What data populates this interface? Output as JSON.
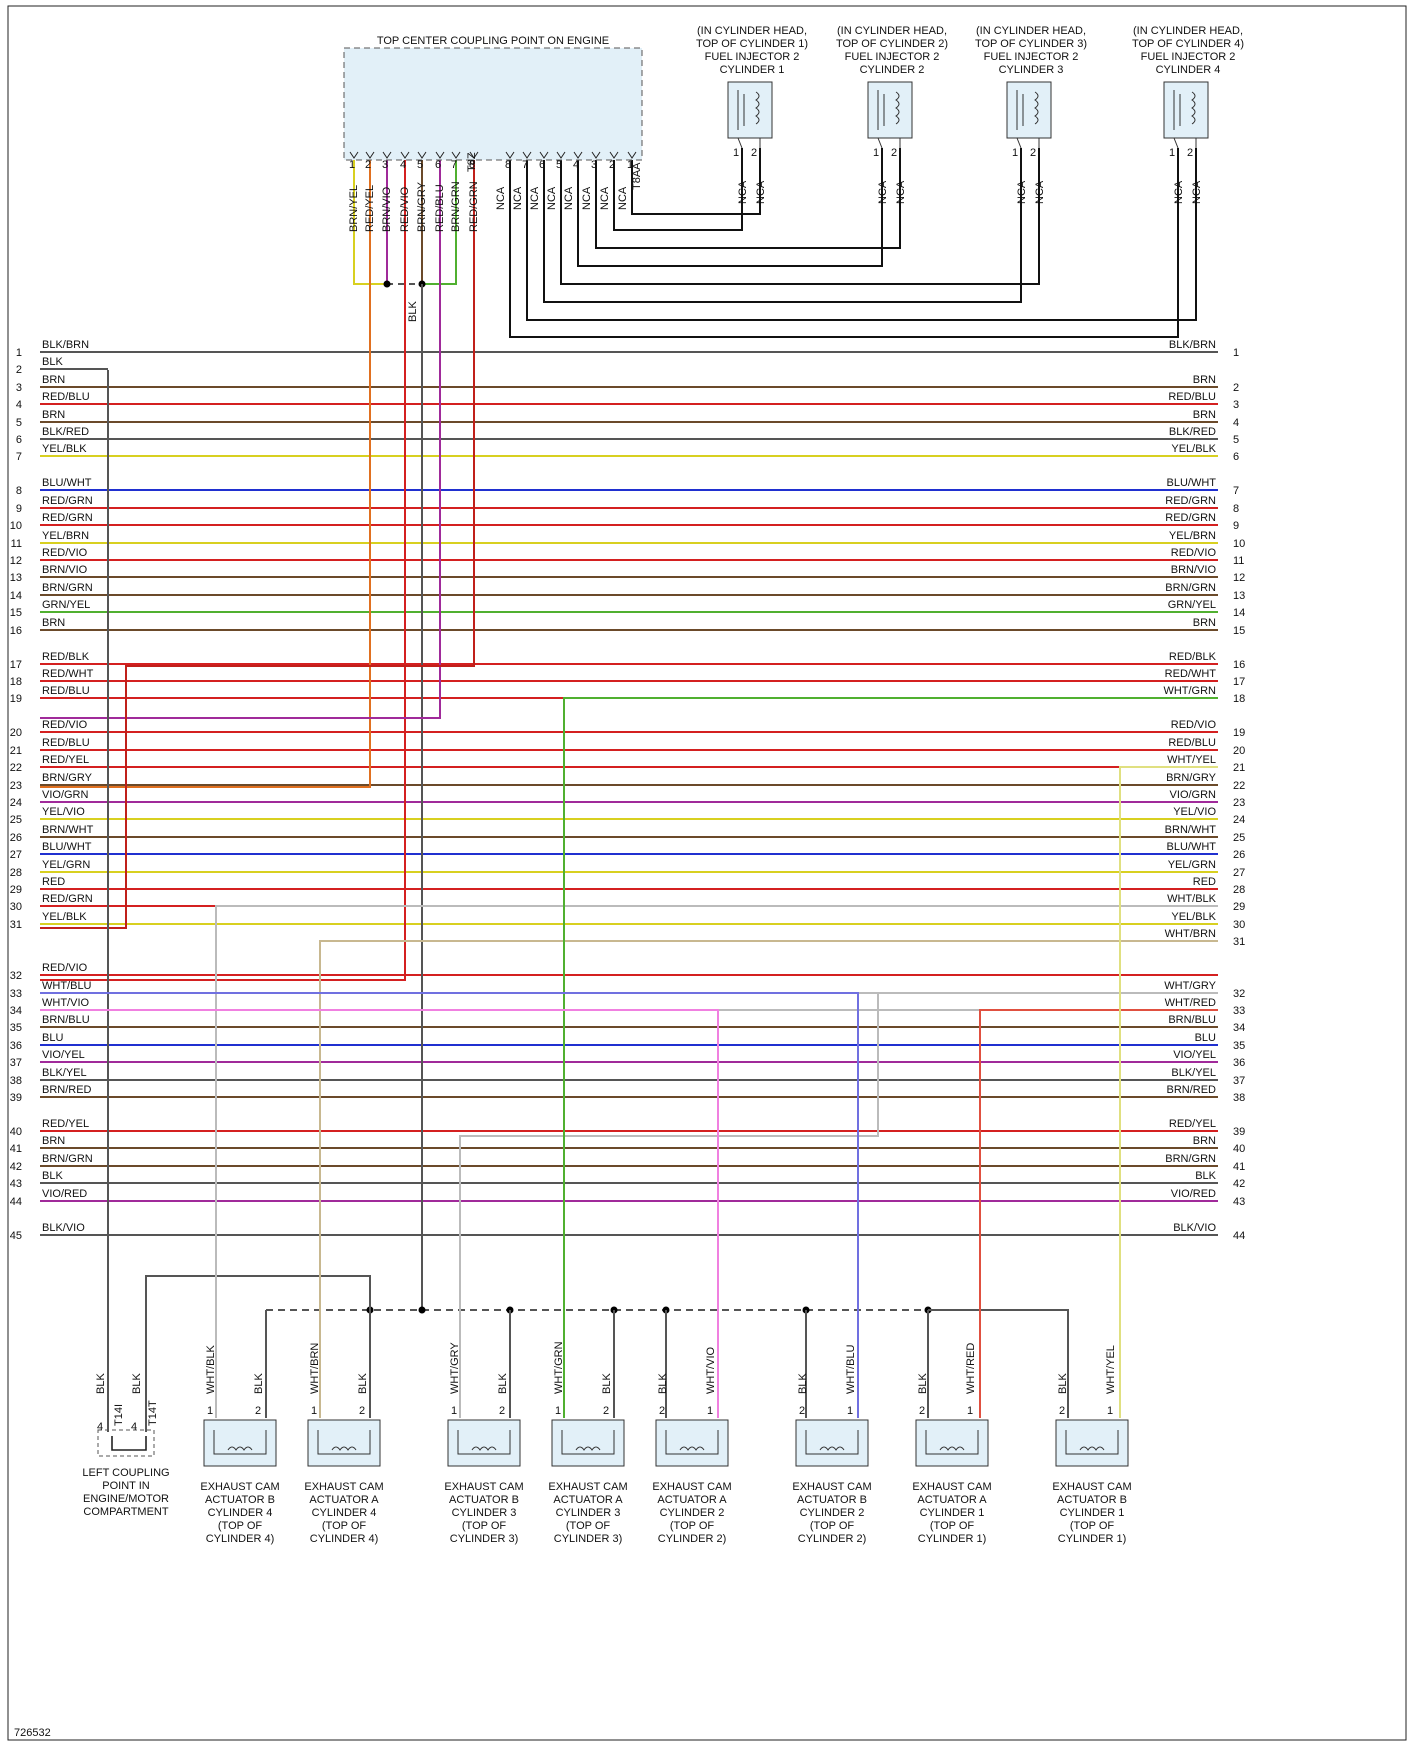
{
  "figure_id": "726532",
  "colors": {
    "BRN": "#6b4a2a",
    "BLK": "#555555",
    "RED": "#d42020",
    "BLU": "#2030d0",
    "YEL": "#d8d020",
    "GRN": "#50b030",
    "VIO": "#a02a9a",
    "WHT": "#bbbbbb",
    "GRY": "#888888"
  },
  "coupling": {
    "title": "TOP CENTER COUPLING POINT ON ENGINE",
    "t8z_label": "T8Z",
    "t8aa_label": "T8AA",
    "t8z_pins": [
      {
        "pin": "1",
        "wire": "BRN/YEL"
      },
      {
        "pin": "2",
        "wire": "RED/YEL"
      },
      {
        "pin": "3",
        "wire": "BRN/VIO"
      },
      {
        "pin": "4",
        "wire": "RED/VIO"
      },
      {
        "pin": "5",
        "wire": "BRN/GRY"
      },
      {
        "pin": "6",
        "wire": "RED/BLU"
      },
      {
        "pin": "7",
        "wire": "BRN/GRN"
      },
      {
        "pin": "8",
        "wire": "RED/GRN"
      }
    ],
    "t8aa_pins": [
      {
        "pin": "8",
        "wire": "NCA"
      },
      {
        "pin": "7",
        "wire": "NCA"
      },
      {
        "pin": "6",
        "wire": "NCA"
      },
      {
        "pin": "5",
        "wire": "NCA"
      },
      {
        "pin": "4",
        "wire": "NCA"
      },
      {
        "pin": "3",
        "wire": "NCA"
      },
      {
        "pin": "2",
        "wire": "NCA"
      },
      {
        "pin": "1",
        "wire": "NCA"
      }
    ],
    "blk_label": "BLK"
  },
  "injectors": [
    {
      "lines": [
        "(IN CYLINDER HEAD,",
        "TOP OF CYLINDER 1)",
        "FUEL INJECTOR 2",
        "CYLINDER 1"
      ],
      "pin1": "1",
      "pin2": "2",
      "wire1": "NCA",
      "wire2": "NCA"
    },
    {
      "lines": [
        "(IN CYLINDER HEAD,",
        "TOP OF CYLINDER 2)",
        "FUEL INJECTOR 2",
        "CYLINDER 2"
      ],
      "pin1": "1",
      "pin2": "2",
      "wire1": "NCA",
      "wire2": "NCA"
    },
    {
      "lines": [
        "(IN CYLINDER HEAD,",
        "TOP OF CYLINDER 3)",
        "FUEL INJECTOR 2",
        "CYLINDER 3"
      ],
      "pin1": "1",
      "pin2": "2",
      "wire1": "NCA",
      "wire2": "NCA"
    },
    {
      "lines": [
        "(IN CYLINDER HEAD,",
        "TOP OF CYLINDER 4)",
        "FUEL INJECTOR 2",
        "CYLINDER 4"
      ],
      "pin1": "1",
      "pin2": "2",
      "wire1": "NCA",
      "wire2": "NCA"
    }
  ],
  "bus_lines": [
    {
      "ln": "1",
      "lw": "BLK/BRN",
      "rw": "BLK/BRN",
      "rn": "1"
    },
    {
      "ln": "2",
      "lw": "BLK",
      "rw": "",
      "rn": ""
    },
    {
      "ln": "3",
      "lw": "BRN",
      "rw": "BRN",
      "rn": "2"
    },
    {
      "ln": "4",
      "lw": "RED/BLU",
      "rw": "RED/BLU",
      "rn": "3"
    },
    {
      "ln": "5",
      "lw": "BRN",
      "rw": "BRN",
      "rn": "4"
    },
    {
      "ln": "6",
      "lw": "BLK/RED",
      "rw": "BLK/RED",
      "rn": "5"
    },
    {
      "ln": "7",
      "lw": "YEL/BLK",
      "rw": "YEL/BLK",
      "rn": "6"
    },
    {
      "ln": "8",
      "lw": "BLU/WHT",
      "rw": "BLU/WHT",
      "rn": "7"
    },
    {
      "ln": "9",
      "lw": "RED/GRN",
      "rw": "RED/GRN",
      "rn": "8"
    },
    {
      "ln": "10",
      "lw": "RED/GRN",
      "rw": "RED/GRN",
      "rn": "9"
    },
    {
      "ln": "11",
      "lw": "YEL/BRN",
      "rw": "YEL/BRN",
      "rn": "10"
    },
    {
      "ln": "12",
      "lw": "RED/VIO",
      "rw": "RED/VIO",
      "rn": "11"
    },
    {
      "ln": "13",
      "lw": "BRN/VIO",
      "rw": "BRN/VIO",
      "rn": "12"
    },
    {
      "ln": "14",
      "lw": "BRN/GRN",
      "rw": "BRN/GRN",
      "rn": "13"
    },
    {
      "ln": "15",
      "lw": "GRN/YEL",
      "rw": "GRN/YEL",
      "rn": "14"
    },
    {
      "ln": "16",
      "lw": "BRN",
      "rw": "BRN",
      "rn": "15"
    },
    {
      "ln": "17",
      "lw": "RED/BLK",
      "rw": "RED/BLK",
      "rn": "16"
    },
    {
      "ln": "18",
      "lw": "RED/WHT",
      "rw": "RED/WHT",
      "rn": "17"
    },
    {
      "ln": "19",
      "lw": "RED/BLU",
      "rw": "WHT/GRN",
      "rn": "18"
    },
    {
      "ln": "20",
      "lw": "RED/VIO",
      "rw": "RED/VIO",
      "rn": "19"
    },
    {
      "ln": "21",
      "lw": "RED/BLU",
      "rw": "RED/BLU",
      "rn": "20"
    },
    {
      "ln": "22",
      "lw": "RED/YEL",
      "rw": "WHT/YEL",
      "rn": "21"
    },
    {
      "ln": "23",
      "lw": "BRN/GRY",
      "rw": "BRN/GRY",
      "rn": "22"
    },
    {
      "ln": "24",
      "lw": "VIO/GRN",
      "rw": "VIO/GRN",
      "rn": "23"
    },
    {
      "ln": "25",
      "lw": "YEL/VIO",
      "rw": "YEL/VIO",
      "rn": "24"
    },
    {
      "ln": "26",
      "lw": "BRN/WHT",
      "rw": "BRN/WHT",
      "rn": "25"
    },
    {
      "ln": "27",
      "lw": "BLU/WHT",
      "rw": "BLU/WHT",
      "rn": "26"
    },
    {
      "ln": "28",
      "lw": "YEL/GRN",
      "rw": "YEL/GRN",
      "rn": "27"
    },
    {
      "ln": "29",
      "lw": "RED",
      "rw": "RED",
      "rn": "28"
    },
    {
      "ln": "30",
      "lw": "RED/GRN",
      "rw": "WHT/BLK",
      "rn": "29"
    },
    {
      "ln": "31",
      "lw": "YEL/BLK",
      "rw": "YEL/BLK",
      "rn": "30"
    },
    {
      "ln": "",
      "lw": "",
      "rw": "WHT/BRN",
      "rn": "31"
    },
    {
      "ln": "32",
      "lw": "RED/VIO",
      "rw": "",
      "rn": ""
    },
    {
      "ln": "33",
      "lw": "WHT/BLU",
      "rw": "WHT/GRY",
      "rn": "32"
    },
    {
      "ln": "34",
      "lw": "WHT/VIO",
      "rw": "WHT/RED",
      "rn": "33"
    },
    {
      "ln": "35",
      "lw": "BRN/BLU",
      "rw": "BRN/BLU",
      "rn": "34"
    },
    {
      "ln": "36",
      "lw": "BLU",
      "rw": "BLU",
      "rn": "35"
    },
    {
      "ln": "37",
      "lw": "VIO/YEL",
      "rw": "VIO/YEL",
      "rn": "36"
    },
    {
      "ln": "38",
      "lw": "BLK/YEL",
      "rw": "BLK/YEL",
      "rn": "37"
    },
    {
      "ln": "39",
      "lw": "BRN/RED",
      "rw": "BRN/RED",
      "rn": "38"
    },
    {
      "ln": "40",
      "lw": "RED/YEL",
      "rw": "RED/YEL",
      "rn": "39"
    },
    {
      "ln": "41",
      "lw": "BRN",
      "rw": "BRN",
      "rn": "40"
    },
    {
      "ln": "42",
      "lw": "BRN/GRN",
      "rw": "BRN/GRN",
      "rn": "41"
    },
    {
      "ln": "43",
      "lw": "BLK",
      "rw": "BLK",
      "rn": "42"
    },
    {
      "ln": "44",
      "lw": "VIO/RED",
      "rw": "VIO/RED",
      "rn": "43"
    },
    {
      "ln": "45",
      "lw": "BLK/VIO",
      "rw": "BLK/VIO",
      "rn": "44"
    }
  ],
  "left_coupling": {
    "label_a": "T14I",
    "label_b": "T14T",
    "pin_a": "4",
    "pin_b": "4",
    "wire_a": "BLK",
    "wire_b": "BLK",
    "lines": [
      "LEFT COUPLING",
      "POINT IN",
      "ENGINE/MOTOR",
      "COMPARTMENT"
    ]
  },
  "actuators": [
    {
      "lines": [
        "EXHAUST CAM",
        "ACTUATOR B",
        "CYLINDER 4",
        "(TOP OF",
        "CYLINDER 4)"
      ],
      "lpin": "1",
      "rpin": "2",
      "lwire": "WHT/BLK",
      "rwire": "BLK"
    },
    {
      "lines": [
        "EXHAUST CAM",
        "ACTUATOR A",
        "CYLINDER 4",
        "(TOP OF",
        "CYLINDER 4)"
      ],
      "lpin": "1",
      "rpin": "2",
      "lwire": "WHT/BRN",
      "rwire": "BLK"
    },
    {
      "lines": [
        "EXHAUST CAM",
        "ACTUATOR B",
        "CYLINDER 3",
        "(TOP OF",
        "CYLINDER 3)"
      ],
      "lpin": "1",
      "rpin": "2",
      "lwire": "WHT/GRY",
      "rwire": "BLK"
    },
    {
      "lines": [
        "EXHAUST CAM",
        "ACTUATOR A",
        "CYLINDER 3",
        "(TOP OF",
        "CYLINDER 3)"
      ],
      "lpin": "1",
      "rpin": "2",
      "lwire": "WHT/GRN",
      "rwire": "BLK"
    },
    {
      "lines": [
        "EXHAUST CAM",
        "ACTUATOR A",
        "CYLINDER 2",
        "(TOP OF",
        "CYLINDER 2)"
      ],
      "lpin": "2",
      "rpin": "1",
      "lwire": "BLK",
      "rwire": "WHT/VIO"
    },
    {
      "lines": [
        "EXHAUST CAM",
        "ACTUATOR B",
        "CYLINDER 2",
        "(TOP OF",
        "CYLINDER 2)"
      ],
      "lpin": "2",
      "rpin": "1",
      "lwire": "BLK",
      "rwire": "WHT/BLU"
    },
    {
      "lines": [
        "EXHAUST CAM",
        "ACTUATOR A",
        "CYLINDER 1",
        "(TOP OF",
        "CYLINDER 1)"
      ],
      "lpin": "2",
      "rpin": "1",
      "lwire": "BLK",
      "rwire": "WHT/RED"
    },
    {
      "lines": [
        "EXHAUST CAM",
        "ACTUATOR B",
        "CYLINDER 1",
        "(TOP OF",
        "CYLINDER 1)"
      ],
      "lpin": "2",
      "rpin": "1",
      "lwire": "BLK",
      "rwire": "WHT/YEL"
    }
  ]
}
